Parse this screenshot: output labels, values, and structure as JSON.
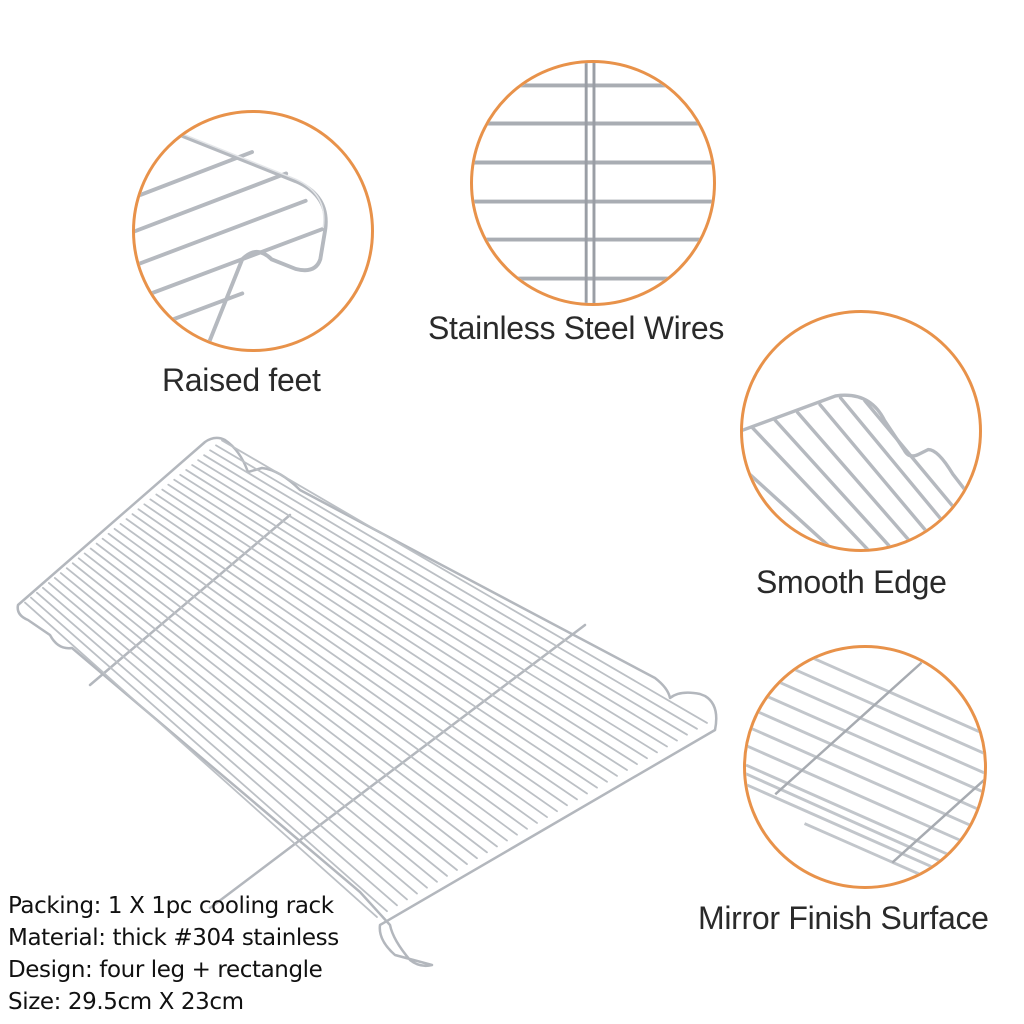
{
  "features": [
    {
      "id": "raised-feet",
      "label": "Raised feet"
    },
    {
      "id": "stainless-steel-wires",
      "label": "Stainless Steel Wires"
    },
    {
      "id": "smooth-edge",
      "label": "Smooth Edge"
    },
    {
      "id": "mirror-finish-surface",
      "label": "Mirror Finish Surface"
    }
  ],
  "specs": {
    "packing": "Packing: 1 X 1pc cooling rack",
    "material": "Material: thick #304 stainless",
    "design": "Design: four leg + rectangle",
    "size": "Size: 29.5cm X 23cm"
  },
  "colors": {
    "circle_border": "#e8924a",
    "wire": "#b8bcc2",
    "text": "#2a2a2a"
  },
  "icons": {
    "product": "cooling-rack-image"
  }
}
